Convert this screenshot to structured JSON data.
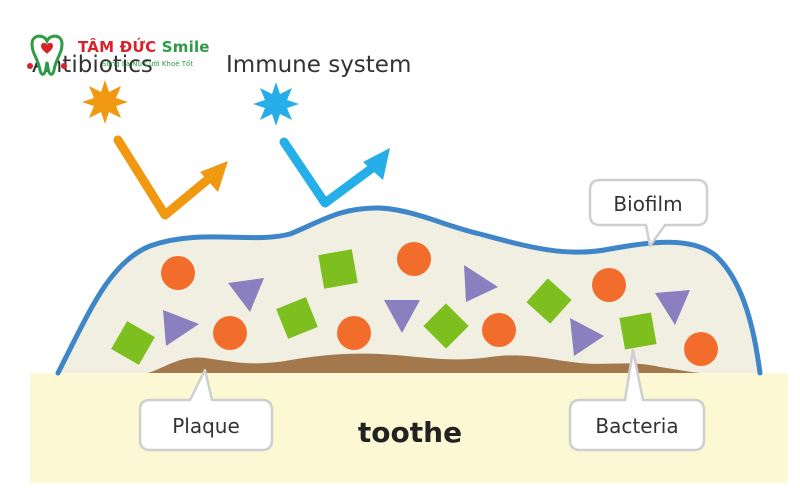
{
  "labels": {
    "antibiotics": "Antibiotics",
    "immune_system": "Immune system",
    "biofilm": "Biofilm",
    "plaque": "Plaque",
    "bacteria": "Bacteria",
    "tooth": "toothe"
  },
  "logo": {
    "brand": "TÂM ĐỨC",
    "brand_suffix": "Smile",
    "tagline": "Sống Là Nụ Cười Khoẻ Tốt"
  },
  "colors": {
    "antibiotic": "#f0980f",
    "immune": "#26aee8",
    "biofilm_outline": "#3f86c8",
    "biofilm_fill": "#f1efe2",
    "tooth": "#fcf8d3",
    "plaque": "#a2784c",
    "bacteria_circle": "#f26c2b",
    "bacteria_triangle": "#8a7fbf",
    "bacteria_square": "#7cbf1f",
    "logo_red": "#d8232a",
    "logo_green": "#2e9b45"
  },
  "icons": {
    "antibiotic": "starburst-icon",
    "immune": "starburst-icon",
    "logo": "tooth-heart-logo-icon"
  }
}
